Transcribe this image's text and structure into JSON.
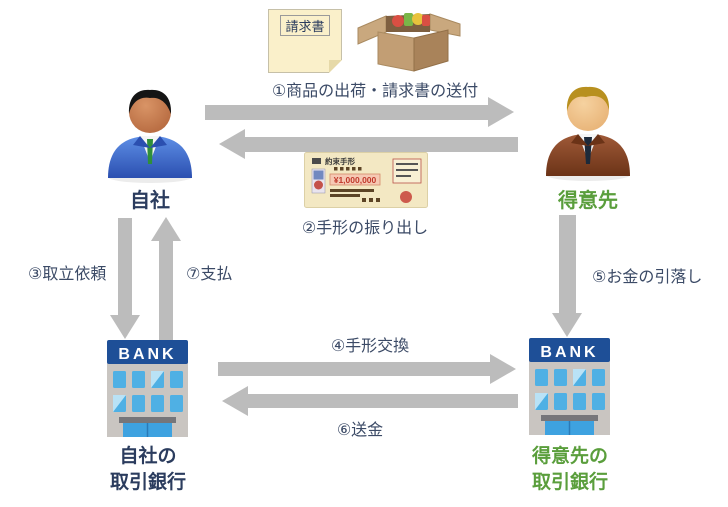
{
  "steps": {
    "step1": "①商品の出荷・請求書の送付",
    "step2": "②手形の振り出し",
    "step3": "③取立依頼",
    "step4": "④手形交換",
    "step5": "⑤お金の引落し",
    "step6": "⑥送金",
    "step7": "⑦支払"
  },
  "entities": {
    "company": "自社",
    "customer": "得意先",
    "company_bank": {
      "line1": "自社の",
      "line2": "取引銀行"
    },
    "customer_bank": {
      "line1": "得意先の",
      "line2": "取引銀行"
    }
  },
  "artifacts": {
    "invoice_label": "請求書",
    "bank_sign": "BANK",
    "bill_title": "約束手形",
    "bill_amount": "¥1,000,000"
  },
  "colors": {
    "arrow": "#bcbcbc",
    "step_text": "#3b4a66",
    "company_text": "#2b3c5e",
    "customer_text": "#5a9e3c",
    "bank_sign_bg": "#1e4f97"
  }
}
